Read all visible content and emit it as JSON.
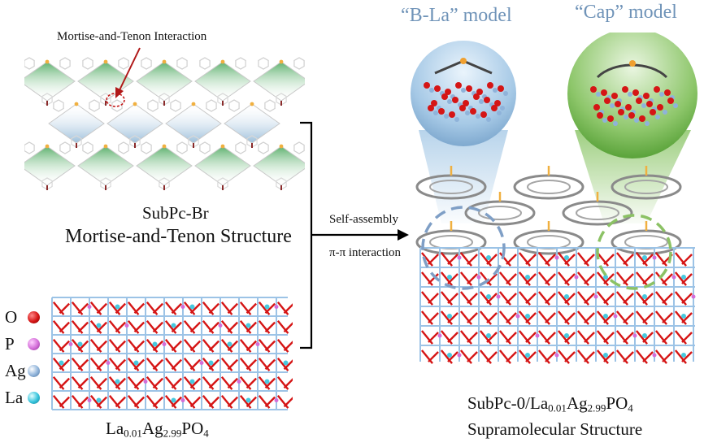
{
  "left_panel": {
    "callout": "Mortise-and-Tenon Interaction",
    "molecule_name": "SubPc-Br",
    "structure_name": "Mortise-and-Tenon Structure",
    "substrate": {
      "a": "La",
      "a_sub": "0.01",
      "b": "Ag",
      "b_sub": "2.99",
      "c": "PO",
      "c_sub": "4"
    }
  },
  "legend": [
    {
      "label": "O",
      "color": "#d51515",
      "icon": "red-sphere"
    },
    {
      "label": "P",
      "color": "#d36ed8",
      "icon": "magenta-sphere"
    },
    {
      "label": "Ag",
      "color": "#8fb3da",
      "icon": "lightblue-sphere"
    },
    {
      "label": "La",
      "color": "#34c3dc",
      "icon": "cyan-sphere"
    }
  ],
  "arrow": {
    "top_label": "Self-assembly",
    "bottom_label": "π-π interaction"
  },
  "right_panel": {
    "model_1": "“B-La” model",
    "model_2": "“Cap” model",
    "composite": {
      "prefix": "SubPc-0/La",
      "a_sub": "0.01",
      "b": "Ag",
      "b_sub": "2.99",
      "c": "PO",
      "c_sub": "4"
    },
    "caption": "Supramolecular Structure"
  },
  "colors": {
    "oxygen": "#d51515",
    "phosphorus": "#d36ed8",
    "silver": "#8fb3da",
    "lanthanum": "#34c3dc",
    "blue_model": "#6f93b8",
    "green_model": "#69b04a"
  }
}
